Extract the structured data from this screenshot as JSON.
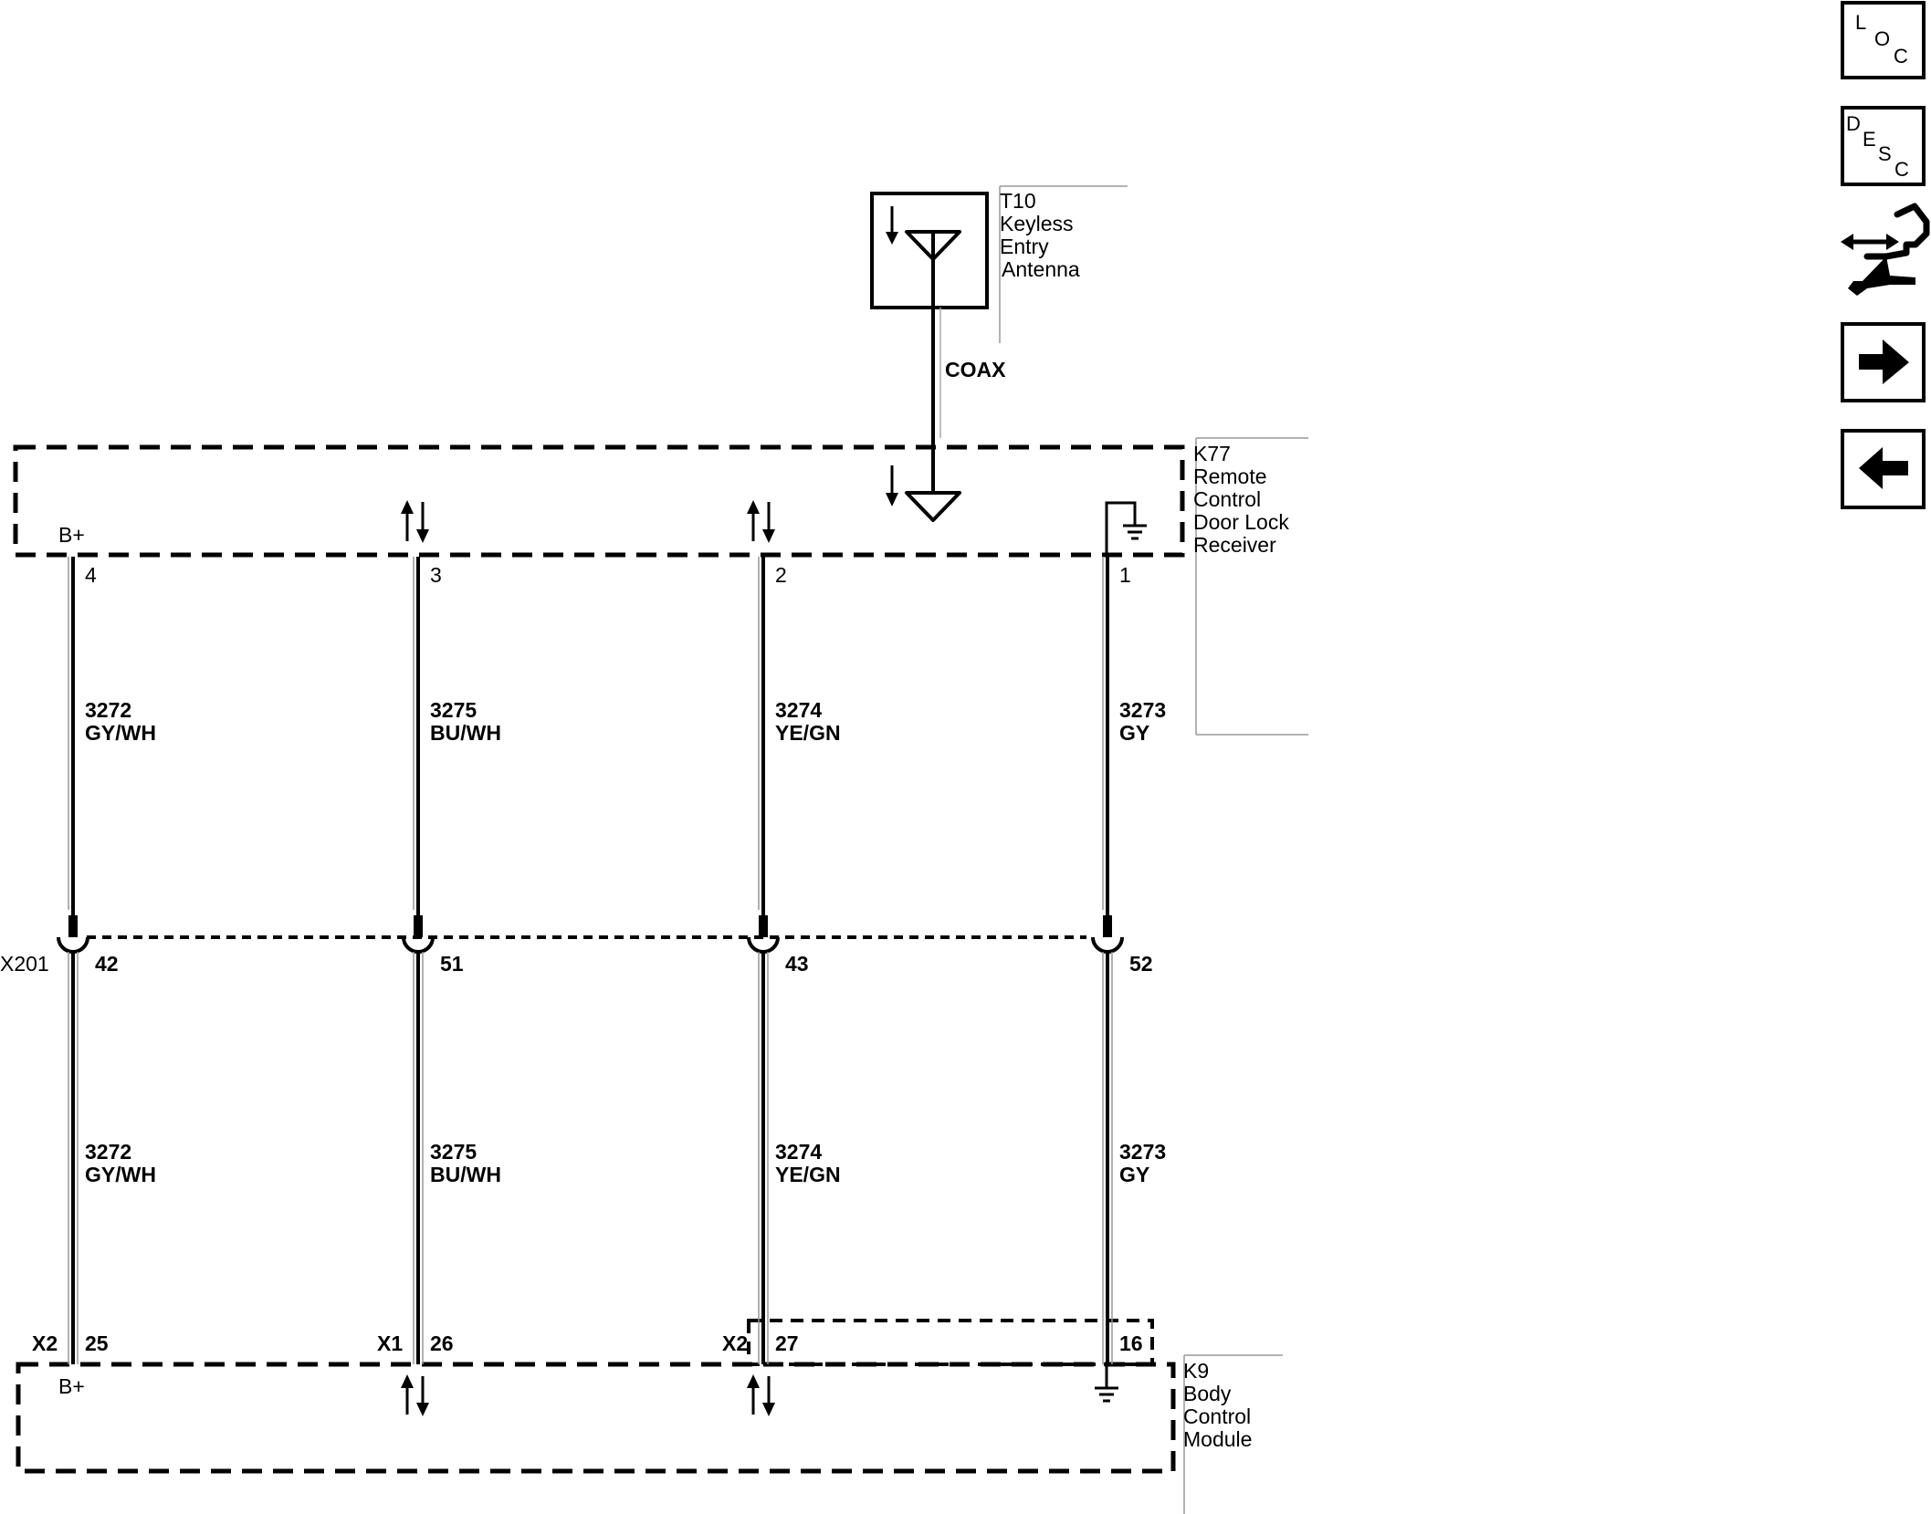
{
  "components": {
    "antenna": {
      "ref": "T10",
      "name_lines": [
        "Keyless",
        "Entry",
        "Antenna"
      ]
    },
    "receiver": {
      "ref": "K77",
      "name_lines": [
        "Remote",
        "Control",
        "Door Lock",
        "Receiver"
      ],
      "power_label": "B+"
    },
    "bcm": {
      "ref": "K9",
      "name_lines": [
        "Body",
        "Control",
        "Module"
      ],
      "power_label": "B+"
    }
  },
  "coax_label": "COAX",
  "inline_connector": "X201",
  "circuits": [
    {
      "circuit": "3272",
      "color": "GY/WH",
      "receiver_pin": "4",
      "inline_pin": "42",
      "bcm_connector": "X2",
      "bcm_pin": "25"
    },
    {
      "circuit": "3275",
      "color": "BU/WH",
      "receiver_pin": "3",
      "inline_pin": "51",
      "bcm_connector": "X1",
      "bcm_pin": "26"
    },
    {
      "circuit": "3274",
      "color": "YE/GN",
      "receiver_pin": "2",
      "inline_pin": "43",
      "bcm_connector": "X2",
      "bcm_pin": "27"
    },
    {
      "circuit": "3273",
      "color": "GY",
      "receiver_pin": "1",
      "inline_pin": "52",
      "bcm_connector": "",
      "bcm_pin": "16"
    }
  ],
  "nav": {
    "loc": [
      "L",
      "O",
      "C"
    ],
    "desc": [
      "D",
      "E",
      "S",
      "C"
    ]
  }
}
